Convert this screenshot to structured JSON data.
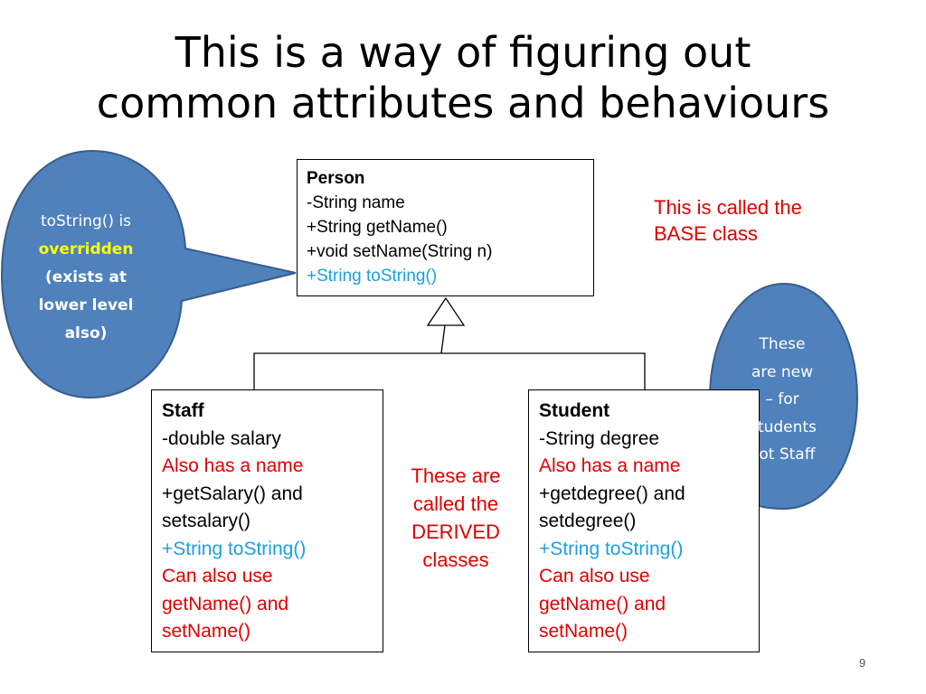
{
  "title": {
    "line1": "This is a way of figuring out",
    "line2": "common attributes and behaviours"
  },
  "person": {
    "name": "Person",
    "field": "-String name",
    "method1": "+String getName()",
    "method2": "+void setName(String n)",
    "method3": "+String toString()"
  },
  "staff": {
    "name": "Staff",
    "field": "-double salary",
    "note1": "Also has a name",
    "method1": "+getSalary() and",
    "method1b": "setsalary()",
    "method2": "+String toString()",
    "note2a": "Can also use",
    "note2b": "getName() and",
    "note2c": "setName()"
  },
  "student": {
    "name": "Student",
    "field": "-String degree",
    "note1": "Also has a name",
    "method1": "+getdegree() and",
    "method1b": "setdegree()",
    "method2": "+String toString()",
    "note2a": "Can also use",
    "note2b": "getName() and",
    "note2c": "setName()"
  },
  "base_note": {
    "line1": "This is called the",
    "line2": "BASE class"
  },
  "derived_note": {
    "line1": "These are",
    "line2": "called the",
    "line3": "DERIVED",
    "line4": "classes"
  },
  "left_callout": {
    "line1": "toString() is",
    "line2": "overridden",
    "line3": "(exists at",
    "line4": "lower level",
    "line5": "also)"
  },
  "right_callout": {
    "line1": "These",
    "line2": "are new",
    "line3": "– for",
    "line4": "Students",
    "line5": "not Staff"
  },
  "page_number": "9",
  "colors": {
    "callout_fill": "#4f81bd",
    "callout_border": "#385d8a",
    "note_red": "#e00000",
    "method_blue": "#1aa0e0",
    "highlight_yellow": "#ffff00"
  }
}
